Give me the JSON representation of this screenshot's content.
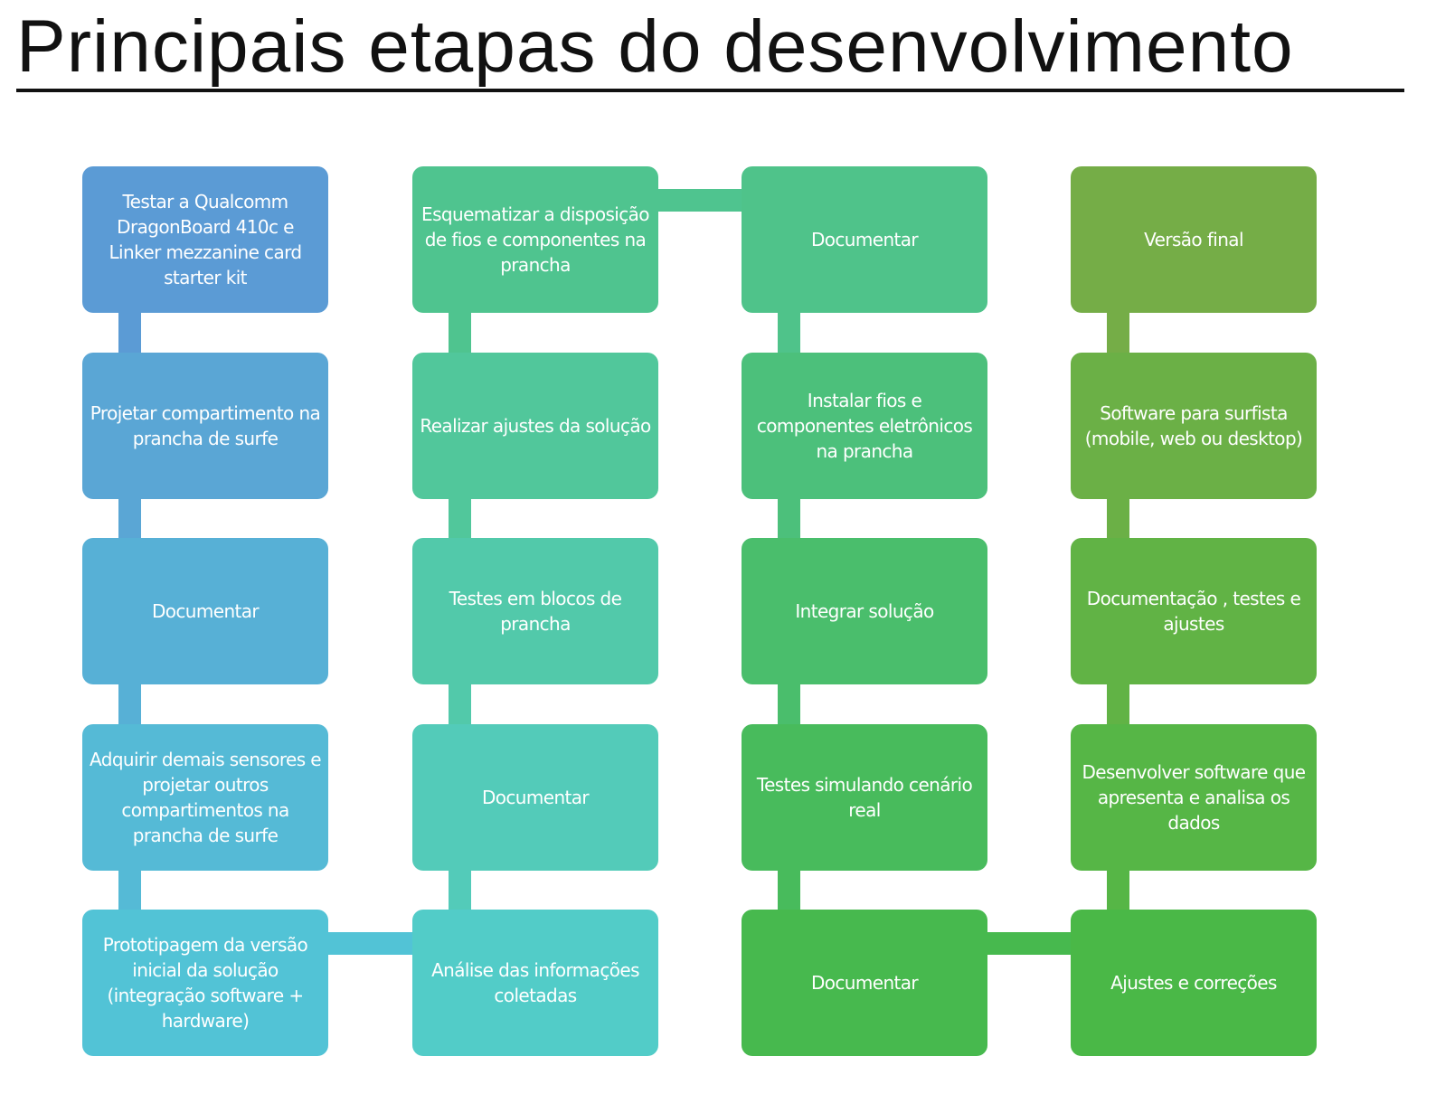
{
  "title": "Principais etapas do desenvolvimento",
  "columns": [
    {
      "steps": [
        {
          "label": "Testar a Qualcomm DragonBoard 410c e Linker mezzanine card starter kit",
          "color": "#5B9BD5"
        },
        {
          "label": "Projetar compartimento na prancha de surfe",
          "color": "#5AA6D5"
        },
        {
          "label": "Documentar",
          "color": "#57B0D6"
        },
        {
          "label": "Adquirir demais sensores e projetar outros compartimentos na prancha de surfe",
          "color": "#55BAD6"
        },
        {
          "label": "Prototipagem da versão inicial da solução (integração software + hardware)",
          "color": "#52C3D6"
        }
      ]
    },
    {
      "steps": [
        {
          "label": "Esquematizar a disposição de fios e componentes na prancha",
          "color": "#4FC48F"
        },
        {
          "label": "Realizar ajustes da solução",
          "color": "#51C79B"
        },
        {
          "label": "Testes em blocos de prancha",
          "color": "#52C9AA"
        },
        {
          "label": "Documentar",
          "color": "#53CBB9"
        },
        {
          "label": "Análise das informações coletadas",
          "color": "#52CCC8"
        }
      ]
    },
    {
      "steps": [
        {
          "label": "Documentar",
          "color": "#4FC38A"
        },
        {
          "label": "Instalar fios e componentes eletrônicos na prancha",
          "color": "#4CC07B"
        },
        {
          "label": "Integrar solução",
          "color": "#4ABE6C"
        },
        {
          "label": "Testes simulando cenário real",
          "color": "#48BB5C"
        },
        {
          "label": "Documentar",
          "color": "#47B94E"
        }
      ]
    },
    {
      "steps": [
        {
          "label": "Versão final",
          "color": "#75AD47"
        },
        {
          "label": "Software para surfista (mobile, web ou desktop)",
          "color": "#6BB046"
        },
        {
          "label": "Documentação , testes e ajustes",
          "color": "#61B345"
        },
        {
          "label": "Desenvolver software que apresenta e analisa os dados",
          "color": "#56B646"
        },
        {
          "label": "Ajustes e correções",
          "color": "#4AB847"
        }
      ]
    }
  ]
}
